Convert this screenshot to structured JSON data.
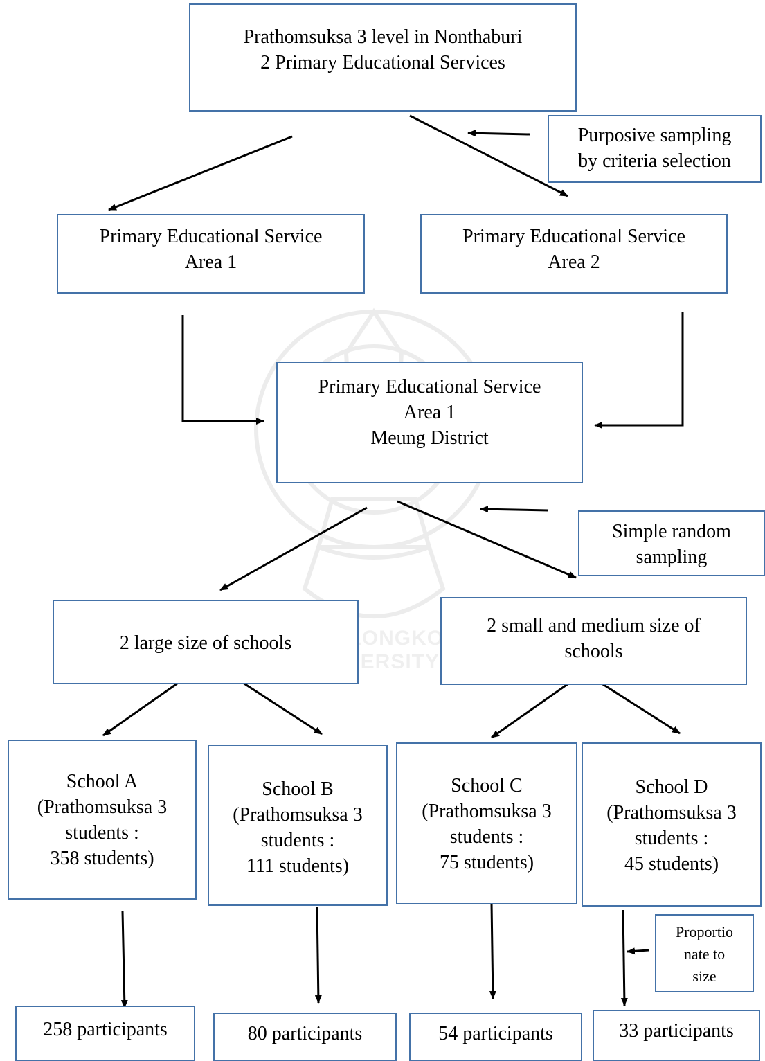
{
  "diagram": {
    "top": {
      "line1": "Prathomsuksa 3 level in Nonthaburi",
      "line2": "2 Primary Educational Services"
    },
    "purposive": {
      "line1": "Purposive sampling",
      "line2": "by criteria selection"
    },
    "area1": {
      "line1": "Primary Educational Service",
      "line2": "Area 1"
    },
    "area2": {
      "line1": "Primary Educational Service",
      "line2": "Area 2"
    },
    "merged": {
      "line1": "Primary Educational Service",
      "line2": "Area 1",
      "line3": "Meung District"
    },
    "random": {
      "line1": "Simple random",
      "line2": "sampling"
    },
    "large": {
      "line1": "2 large size of schools"
    },
    "smallmed": {
      "line1": "2 small and medium size of",
      "line2": "schools"
    },
    "schoolA": {
      "line1": "School A",
      "line2": "(Prathomsuksa 3",
      "line3": "students :",
      "line4": "358 students)"
    },
    "schoolB": {
      "line1": "School B",
      "line2": "(Prathomsuksa 3",
      "line3": "students :",
      "line4": "111 students)"
    },
    "schoolC": {
      "line1": "School C",
      "line2": "(Prathomsuksa 3",
      "line3": "students :",
      "line4": "75 students)"
    },
    "schoolD": {
      "line1": "School D",
      "line2": "(Prathomsuksa 3",
      "line3": "students :",
      "line4": "45 students)"
    },
    "proportion": {
      "line1": "Proportio",
      "line2": "nate to",
      "line3": "size"
    },
    "partA": "258 participants",
    "partB": "80 participants",
    "partC": "54 participants",
    "partD": "33 participants"
  },
  "watermark": {
    "text": "CHULALONGKORN UNIVERSITY"
  },
  "colors": {
    "box_border": "#4472a8",
    "arrow": "#000000"
  }
}
